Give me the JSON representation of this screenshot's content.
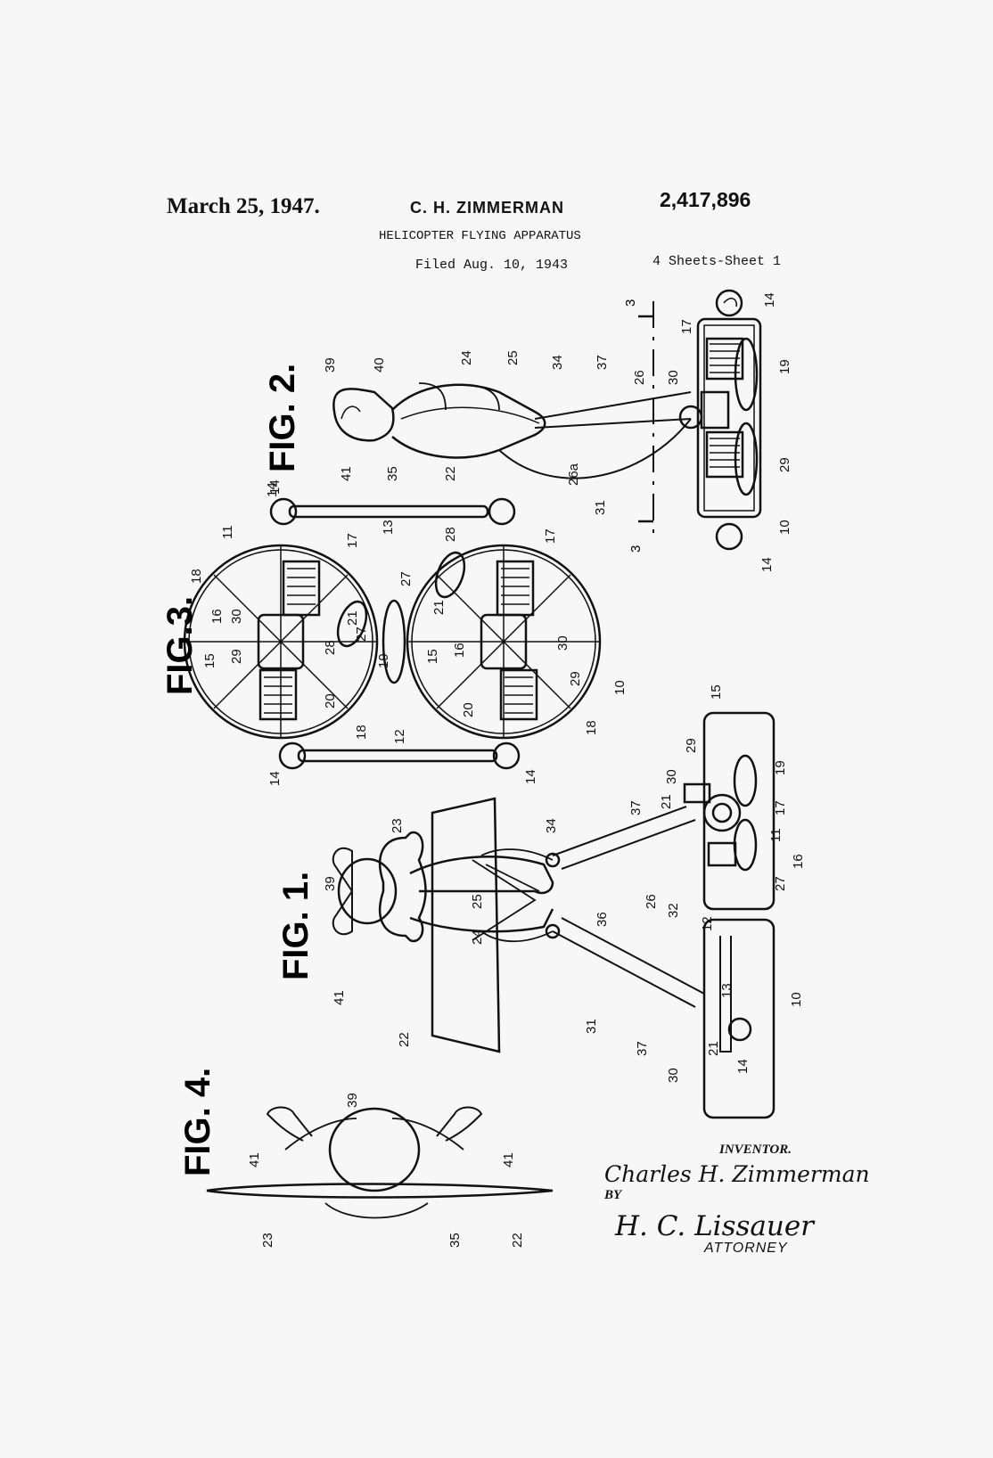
{
  "header": {
    "date": "March 25, 1947.",
    "inventor": "C. H. ZIMMERMAN",
    "patent_number": "2,417,896",
    "title": "HELICOPTER FLYING APPARATUS",
    "filed": "Filed Aug. 10, 1943",
    "sheets": "4 Sheets-Sheet 1"
  },
  "figures": {
    "fig1": "FIG. 1.",
    "fig2": "FIG. 2.",
    "fig3": "FIG.3.",
    "fig4": "FIG. 4."
  },
  "section_marks": {
    "top": "3",
    "bottom": "3"
  },
  "reference_numerals": {
    "fig2": [
      "14",
      "17",
      "19",
      "29",
      "10",
      "14",
      "39",
      "40",
      "24",
      "25",
      "34",
      "37",
      "26",
      "30",
      "41",
      "35",
      "22",
      "26a",
      "31"
    ],
    "fig3": [
      "11",
      "18",
      "17",
      "14",
      "13",
      "28",
      "17",
      "27",
      "21",
      "27",
      "30",
      "16",
      "15",
      "29",
      "28",
      "20",
      "19",
      "18",
      "12",
      "14",
      "15",
      "21",
      "16",
      "30",
      "29",
      "20",
      "10",
      "18",
      "14",
      "14"
    ],
    "fig1": [
      "23",
      "39",
      "25",
      "24",
      "34",
      "37",
      "21",
      "30",
      "29",
      "15",
      "19",
      "17",
      "11",
      "16",
      "27",
      "32",
      "26",
      "36",
      "12",
      "13",
      "10",
      "14",
      "21",
      "30",
      "37",
      "31",
      "22",
      "41"
    ],
    "fig4": [
      "39",
      "41",
      "41",
      "23",
      "35",
      "22"
    ]
  },
  "signatures": {
    "inventor_label": "INVENTOR.",
    "inventor_signature": "Charles H. Zimmerman",
    "by": "BY",
    "attorney_signature": "H. C. Lissauer",
    "attorney_label": "ATTORNEY"
  }
}
